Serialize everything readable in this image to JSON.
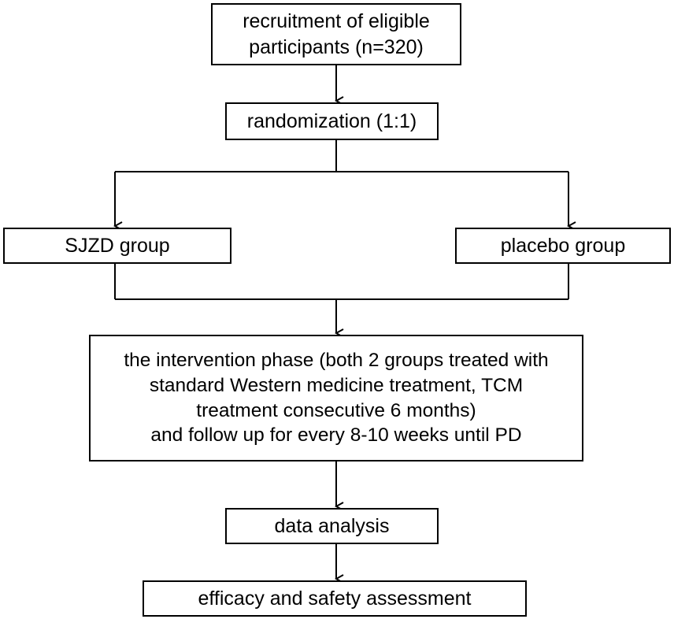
{
  "flowchart": {
    "recruitment": {
      "lines": [
        "recruitment of eligible",
        "participants (n=320)"
      ]
    },
    "randomization": {
      "label": "randomization (1:1)"
    },
    "sjzd_group": {
      "label": "SJZD group"
    },
    "placebo_group": {
      "label": "placebo group"
    },
    "intervention": {
      "lines": [
        "the intervention phase (both 2 groups treated with",
        "standard Western medicine treatment, TCM",
        "treatment consecutive 6 months)",
        "and follow up for every 8-10 weeks until PD"
      ]
    },
    "data_analysis": {
      "label": "data analysis"
    },
    "efficacy": {
      "label": "efficacy and safety assessment"
    }
  },
  "colors": {
    "stroke": "#000000",
    "text": "#000000",
    "background": "#ffffff"
  }
}
